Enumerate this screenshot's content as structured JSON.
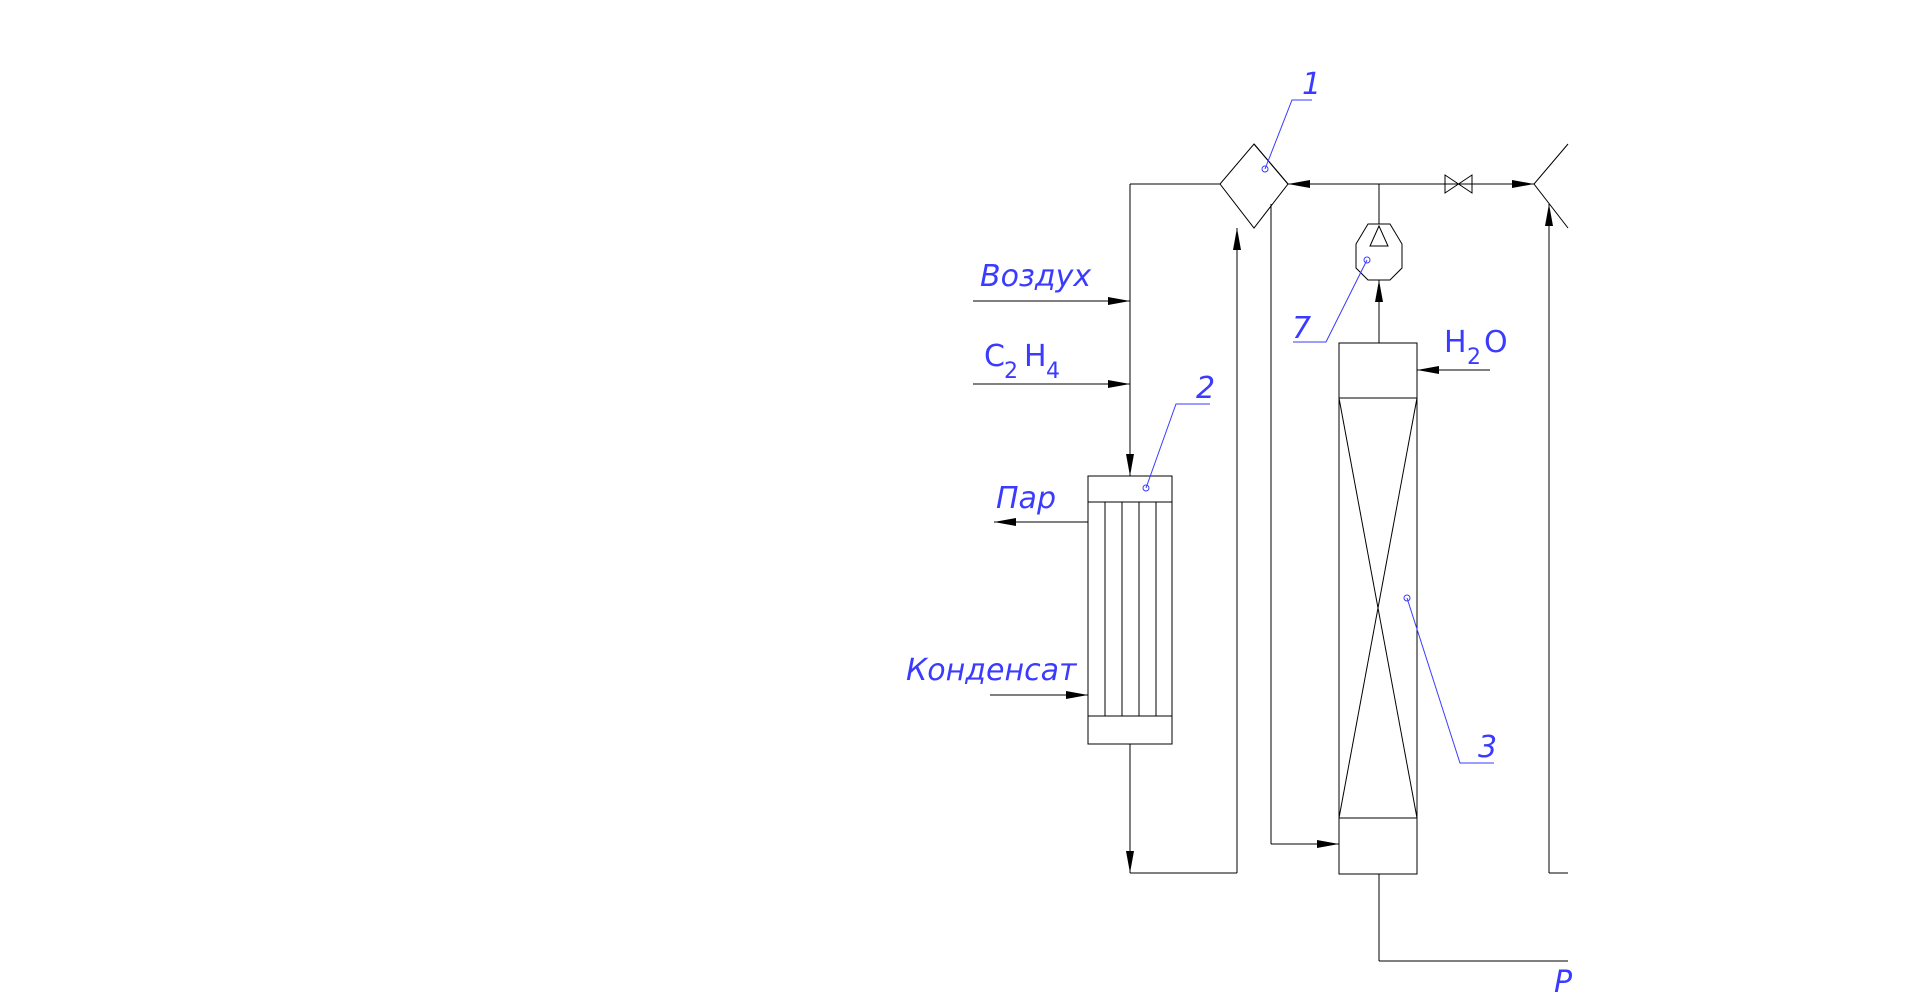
{
  "labels": {
    "air": "Воздух",
    "ethylene_c": "C",
    "ethylene_sub2": "2",
    "ethylene_h": "H",
    "ethylene_sub4": "4",
    "steam": "Пар",
    "condensate": "Конденсат",
    "water_h": "H",
    "water_sub2": "2",
    "water_o": "O",
    "partial_right": "Р"
  },
  "callouts": {
    "heat_exchanger_1": "1",
    "reactor_2": "2",
    "absorber_3": "3",
    "compressor_7": "7"
  },
  "colors": {
    "line": "#000000",
    "annotation": "#3b3bff",
    "background": "#ffffff"
  }
}
